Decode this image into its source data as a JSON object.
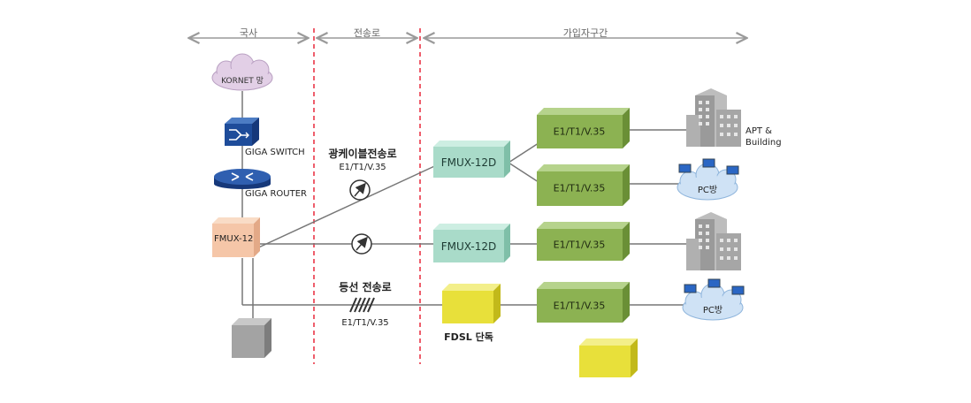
{
  "zones": {
    "office": "국사",
    "transmission": "전송로",
    "subscriber": "가입자구간"
  },
  "backbone": {
    "cloud_label": "KORNET 망",
    "switch_label": "GIGA SWITCH",
    "router_label": "GIGA ROUTER",
    "mux_label": "FMUX-12"
  },
  "links": {
    "fiber_title": "광케이블전송로",
    "fiber_sub": "E1/T1/V.35",
    "copper_title": "등선 전송로",
    "copper_sub": "E1/T1/V.35"
  },
  "remote": {
    "fmux_a": "FMUX-12D",
    "fmux_b": "FMUX-12D",
    "fdsl": "FDSL 단독"
  },
  "endpoints": {
    "box1": "E1/T1/V.35",
    "box2": "E1/T1/V.35",
    "box3": "E1/T1/V.35",
    "box4": "E1/T1/V.35",
    "apt_label_line1": "APT &",
    "apt_label_line2": "Building",
    "pc1": "PC방",
    "pc2": "PC방"
  },
  "colors": {
    "divider": "#e8283c",
    "arrow": "#9a9a9a",
    "line": "#777777",
    "green_box": "#8cb252",
    "teal_box": "#a9dbc9",
    "peach_box": "#f5c6a8",
    "yellow_box": "#e8e03a",
    "grey_box": "#a3a3a3",
    "switch_blue": "#1e4c9a",
    "cloud_purple": "#e2cfe6",
    "cloud_blue": "#cfe2f5"
  }
}
